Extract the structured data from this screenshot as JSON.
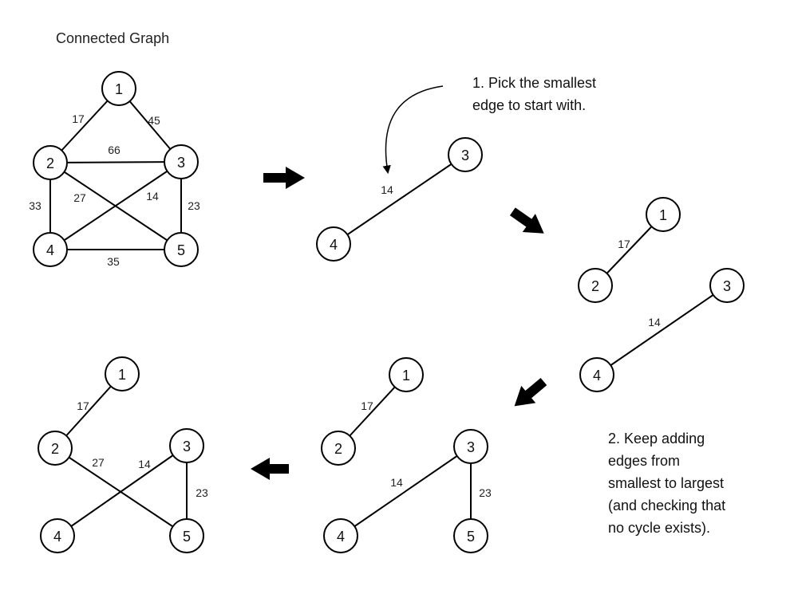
{
  "title": "Connected Graph",
  "note1": [
    "1. Pick the smallest",
    "edge to start with."
  ],
  "note2": [
    "2. Keep adding",
    "edges from",
    "smallest to largest",
    "(and checking that",
    "no cycle exists)."
  ],
  "graphs": [
    {
      "id": "connected-graph",
      "nodes": [
        {
          "label": "1"
        },
        {
          "label": "2"
        },
        {
          "label": "3"
        },
        {
          "label": "4"
        },
        {
          "label": "5"
        }
      ],
      "edges": [
        {
          "from": "1",
          "to": "2",
          "weight": "17"
        },
        {
          "from": "1",
          "to": "3",
          "weight": "45"
        },
        {
          "from": "2",
          "to": "3",
          "weight": "66"
        },
        {
          "from": "2",
          "to": "4",
          "weight": "33"
        },
        {
          "from": "2",
          "to": "5",
          "weight": "27"
        },
        {
          "from": "3",
          "to": "4",
          "weight": "14"
        },
        {
          "from": "3",
          "to": "5",
          "weight": "23"
        },
        {
          "from": "4",
          "to": "5",
          "weight": "35"
        }
      ]
    },
    {
      "id": "step-1",
      "nodes": [
        {
          "label": "3"
        },
        {
          "label": "4"
        }
      ],
      "edges": [
        {
          "from": "3",
          "to": "4",
          "weight": "14"
        }
      ]
    },
    {
      "id": "step-2",
      "nodes": [
        {
          "label": "1"
        },
        {
          "label": "2"
        },
        {
          "label": "3"
        },
        {
          "label": "4"
        }
      ],
      "edges": [
        {
          "from": "1",
          "to": "2",
          "weight": "17"
        },
        {
          "from": "3",
          "to": "4",
          "weight": "14"
        }
      ]
    },
    {
      "id": "step-3",
      "nodes": [
        {
          "label": "1"
        },
        {
          "label": "2"
        },
        {
          "label": "3"
        },
        {
          "label": "4"
        },
        {
          "label": "5"
        }
      ],
      "edges": [
        {
          "from": "1",
          "to": "2",
          "weight": "17"
        },
        {
          "from": "3",
          "to": "4",
          "weight": "14"
        },
        {
          "from": "3",
          "to": "5",
          "weight": "23"
        }
      ]
    },
    {
      "id": "final-tree",
      "nodes": [
        {
          "label": "1"
        },
        {
          "label": "2"
        },
        {
          "label": "3"
        },
        {
          "label": "4"
        },
        {
          "label": "5"
        }
      ],
      "edges": [
        {
          "from": "1",
          "to": "2",
          "weight": "17"
        },
        {
          "from": "2",
          "to": "5",
          "weight": "27"
        },
        {
          "from": "3",
          "to": "4",
          "weight": "14"
        },
        {
          "from": "3",
          "to": "5",
          "weight": "23"
        }
      ]
    }
  ]
}
